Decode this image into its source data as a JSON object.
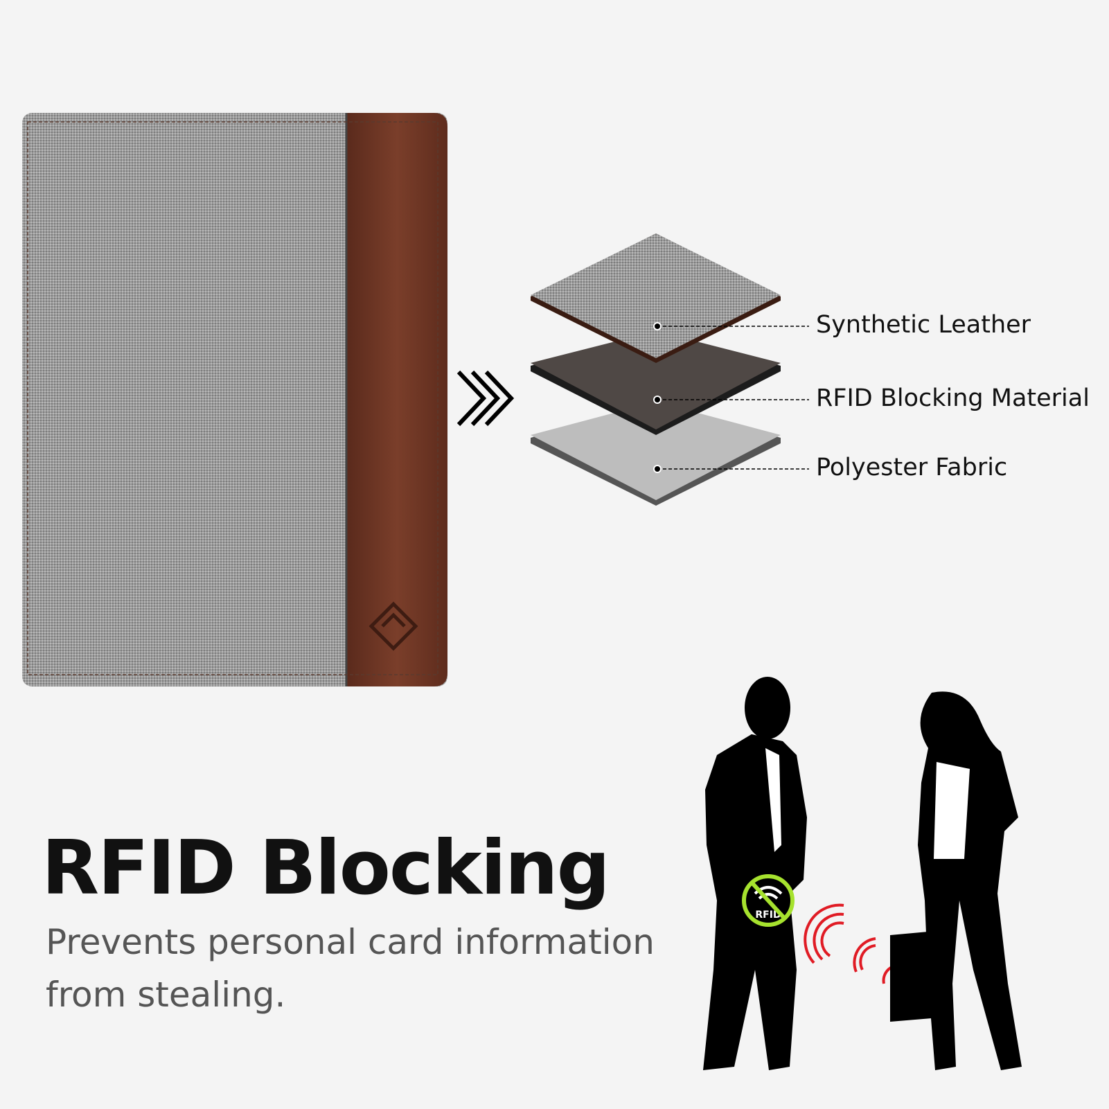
{
  "layers": [
    {
      "label": "Synthetic Leather"
    },
    {
      "label": "RFID Blocking Material"
    },
    {
      "label": "Polyester Fabric"
    }
  ],
  "headline": "RFID Blocking",
  "description_line1": "Prevents personal card information",
  "description_line2": "from stealing.",
  "badge_text": "RFID",
  "colors": {
    "background": "#f4f4f4",
    "leather": "#6b3424",
    "fabric": "#9a9a9a",
    "badge": "#a6e22e",
    "signal": "#e01b24"
  }
}
